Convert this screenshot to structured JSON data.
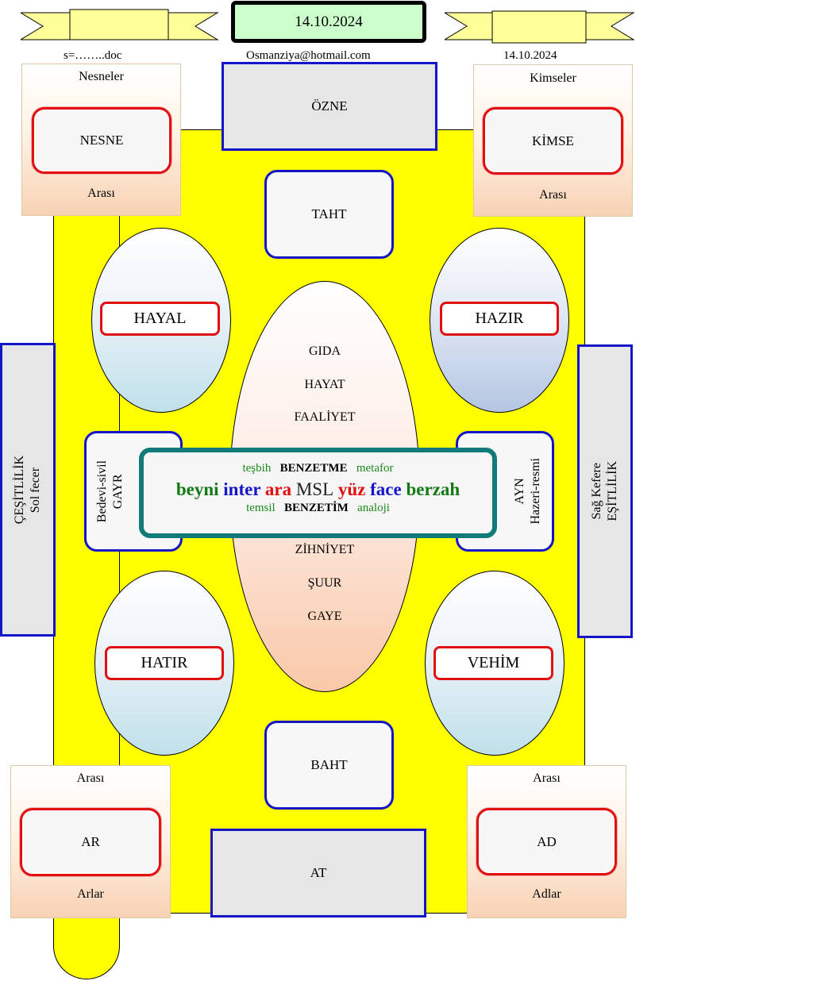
{
  "header": {
    "date_box": "14.10.2024",
    "file_label": "s=……..doc",
    "email": "Osmanziya@hotmail.com",
    "date_right": "14.10.2024"
  },
  "top": {
    "ozne": "ÖZNE",
    "taht": "TAHT",
    "left_panel": {
      "title": "Nesneler",
      "box": "NESNE",
      "footer": "Arası"
    },
    "right_panel": {
      "title": "Kimseler",
      "box": "KİMSE",
      "footer": "Arası"
    }
  },
  "ovals": {
    "hayal": "HAYAL",
    "hazir": "HAZIR",
    "hatir": "HATIR",
    "vehim": "VEHİM"
  },
  "center_oval": {
    "upper": [
      "GIDA",
      "HAYAT",
      "FAALİYET"
    ],
    "lower": [
      "ZİHNİYET",
      "ŞUUR",
      "GAYE"
    ]
  },
  "side_boxes": {
    "left_inner_line1": "Bedevi-sivil",
    "left_inner_line2": "GAYR",
    "right_inner_line1": "AYN",
    "right_inner_line2": "Hazeri-resmi",
    "left_outer_line1": "ÇEŞİTLİLİK",
    "left_outer_line2": "Sol fecer",
    "right_outer_line1": "Sağ Kefere",
    "right_outer_line2": "EŞİTLİLİK"
  },
  "center_box": {
    "row1": [
      "teşbih",
      "BENZETME",
      "metafor"
    ],
    "row2": [
      "beyni",
      "inter",
      "ara",
      "MSL",
      "yüz",
      "face",
      "berzah"
    ],
    "row3": [
      "temsil",
      "BENZETİM",
      "analoji"
    ]
  },
  "bottom": {
    "baht": "BAHT",
    "at": "AT",
    "left_panel": {
      "title": "Arası",
      "box": "AR",
      "footer": "Arlar"
    },
    "right_panel": {
      "title": "Arası",
      "box": "AD",
      "footer": "Adlar"
    }
  },
  "colors": {
    "yellow": "#ffff00",
    "blue_border": "#1515c8",
    "red_border": "#e01010",
    "teal_border": "#127a78",
    "green_text": "#1a8a1a"
  }
}
